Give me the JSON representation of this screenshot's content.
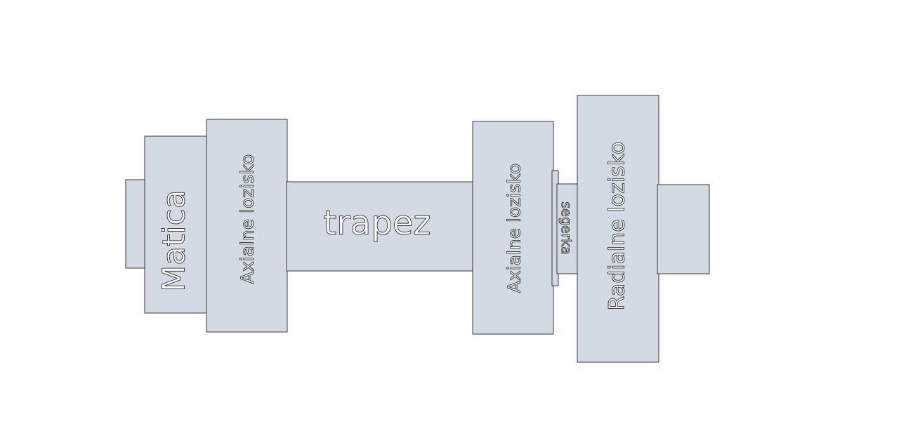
{
  "diagram": {
    "fill_color": "#d4dae4",
    "labels": {
      "matica": "Matica",
      "axial_left": "Axialne lozisko",
      "trapez": "trapez",
      "axial_right": "Axialne lozisko",
      "segerka": "segerka",
      "radial": "Radialne lozisko"
    }
  }
}
